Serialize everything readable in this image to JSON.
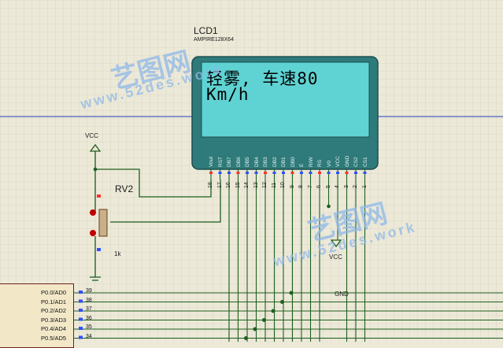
{
  "lcd": {
    "ref": "LCD1",
    "model": "AMPIRE128X64",
    "line1": "轻雾, 车速80",
    "line2": "Km/h",
    "pins": [
      {
        "name": "Vout",
        "num": "18"
      },
      {
        "name": "RST",
        "num": "17"
      },
      {
        "name": "DB7",
        "num": "16"
      },
      {
        "name": "DB6",
        "num": "15"
      },
      {
        "name": "DB5",
        "num": "14"
      },
      {
        "name": "DB4",
        "num": "13"
      },
      {
        "name": "DB3",
        "num": "12"
      },
      {
        "name": "DB2",
        "num": "11"
      },
      {
        "name": "DB1",
        "num": "10"
      },
      {
        "name": "DB0",
        "num": "9"
      },
      {
        "name": "E",
        "num": "8"
      },
      {
        "name": "R/W",
        "num": "7"
      },
      {
        "name": "RS",
        "num": "6"
      },
      {
        "name": "V0",
        "num": "5"
      },
      {
        "name": "VCC",
        "num": "4"
      },
      {
        "name": "GND",
        "num": "3"
      },
      {
        "name": "CS2",
        "num": "2"
      },
      {
        "name": "CS1",
        "num": "1"
      }
    ]
  },
  "pot": {
    "ref": "RV2",
    "value": "1k",
    "vcc_label": "VCC"
  },
  "vcc2_label": "VCC",
  "gnd_label": "GND",
  "mcu_pins": [
    {
      "name": "P0.0/AD0",
      "num": "39"
    },
    {
      "name": "P0.1/AD1",
      "num": "38"
    },
    {
      "name": "P0.2/AD2",
      "num": "37"
    },
    {
      "name": "P0.3/AD3",
      "num": "36"
    },
    {
      "name": "P0.4/AD4",
      "num": "35"
    },
    {
      "name": "P0.5/AD5",
      "num": "34"
    }
  ],
  "watermark": {
    "text1": "艺图网",
    "text2": "www.52des.work"
  },
  "colors": {
    "grid": "#c8c3b0",
    "wire": "#1e5f1e",
    "lcd_screen": "#5fd3d3",
    "lcd_body": "#2f7a7a",
    "hline": "#2040c0"
  }
}
